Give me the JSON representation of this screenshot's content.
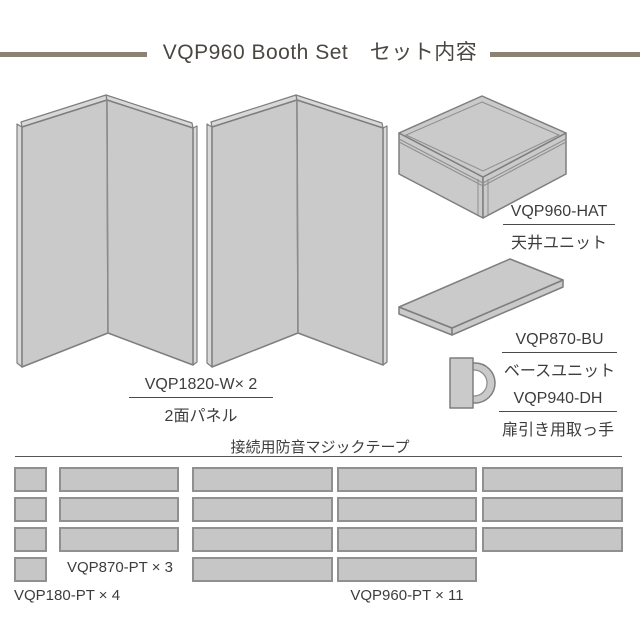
{
  "header": {
    "title": "VQP960 Booth Set　セット内容"
  },
  "items": {
    "panel": {
      "code": "VQP1820-W× 2",
      "name": "2面パネル"
    },
    "ceiling": {
      "code": "VQP960-HAT",
      "name": "天井ユニット"
    },
    "base": {
      "code": "VQP870-BU",
      "name": "ベースユニット"
    },
    "handle": {
      "code": "VQP940-DH",
      "name": "扉引き用取っ手"
    }
  },
  "tape": {
    "heading": "接続用防音マジックテープ",
    "medium_label": "VQP870-PT × 3",
    "small_label": "VQP180-PT × 4",
    "long_label": "VQP960-PT × 11",
    "counts": {
      "small": 4,
      "medium": 3,
      "long": 11
    }
  },
  "colors": {
    "accent_rule": "#8b8273",
    "divider": "#565656",
    "text": "#3d3d3d",
    "item_fill": "#cacaca",
    "item_edge_fill": "#d8d8d8",
    "item_outline": "#7e7e7e",
    "tape_fill": "#c6c6c6",
    "tape_border": "#909090"
  }
}
